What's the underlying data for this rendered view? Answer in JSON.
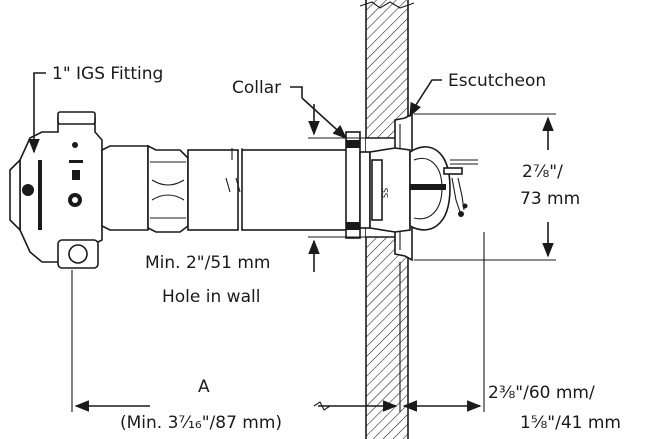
{
  "labels": {
    "fitting": "1\" IGS Fitting",
    "collar": "Collar",
    "escutcheon": "Escutcheon",
    "height_imperial": "2⅞\"/",
    "height_metric": "73 mm",
    "hole_size": "Min. 2\"/51 mm",
    "hole_caption": "Hole in wall",
    "dim_a": "A",
    "dim_a_min": "(Min. 3⁷⁄₁₆\"/87 mm)",
    "projection_max": "2⅜\"/60 mm/",
    "projection_min": "1⅝\"/41 mm"
  },
  "colors": {
    "ink": "#1a1a1a",
    "background": "#ffffff",
    "wall_fill": "#ffffff"
  }
}
